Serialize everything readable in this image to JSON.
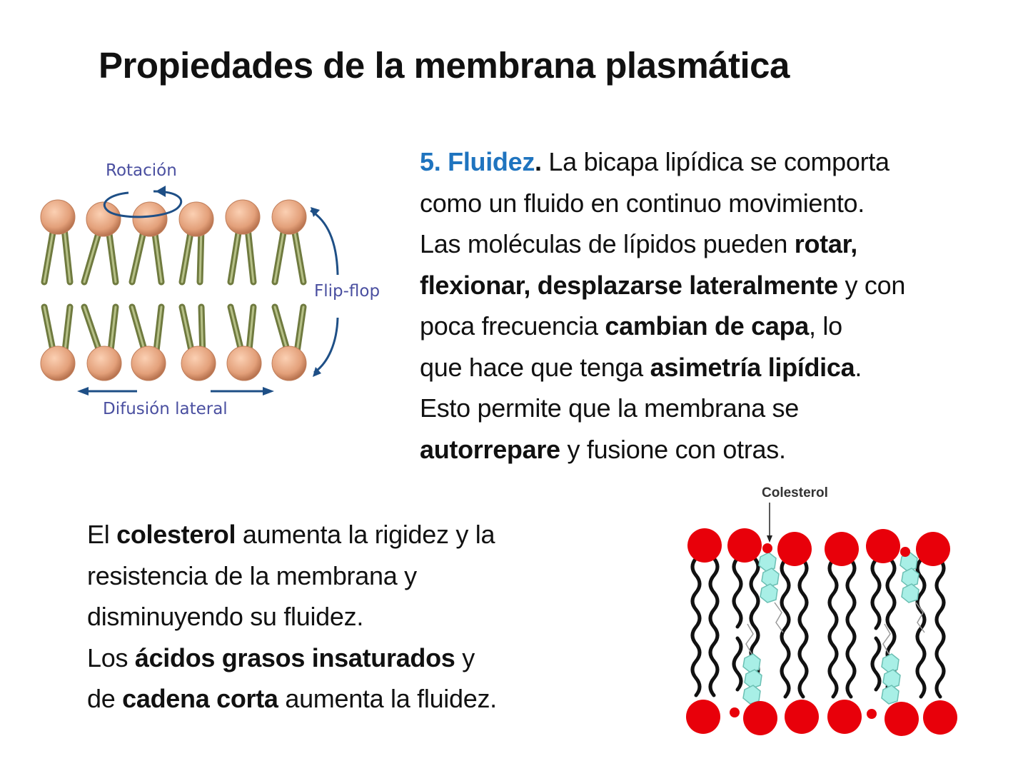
{
  "slide": {
    "title": "Propiedades de la membrana plasmática",
    "accent_color": "#1f74bf",
    "fluidity_paragraph": {
      "lines": [
        [
          {
            "t": "5. Fluidez",
            "style": "accent"
          },
          {
            "t": ".",
            "style": "bold"
          },
          {
            "t": " La bicapa lipídica se comporta",
            "style": "normal"
          }
        ],
        [
          {
            "t": "como un fluido en continuo movimiento.",
            "style": "normal"
          }
        ],
        [
          {
            "t": "Las moléculas de lípidos pueden  ",
            "style": "normal"
          },
          {
            "t": "rotar,",
            "style": "bold"
          }
        ],
        [
          {
            "t": "flexionar, desplazarse lateralmente",
            "style": "bold"
          },
          {
            "t": " y con",
            "style": "normal"
          }
        ],
        [
          {
            "t": "poca  frecuencia ",
            "style": "normal"
          },
          {
            "t": "cambian de  capa",
            "style": "bold"
          },
          {
            "t": ", lo",
            "style": "normal"
          }
        ],
        [
          {
            "t": "que hace que tenga ",
            "style": "normal"
          },
          {
            "t": "asimetría lipídica",
            "style": "bold"
          },
          {
            "t": ".",
            "style": "normal"
          }
        ],
        [
          {
            "t": "Esto permite que la membrana se",
            "style": "normal"
          }
        ],
        [
          {
            "t": "autorrepare",
            "style": "bold"
          },
          {
            "t": " y fusione con otras.",
            "style": "normal"
          }
        ]
      ]
    },
    "cholesterol_paragraph": {
      "lines": [
        [
          {
            "t": "El ",
            "style": "normal"
          },
          {
            "t": "colesterol",
            "style": "bold"
          },
          {
            "t": " aumenta la rigidez y la",
            "style": "normal"
          }
        ],
        [
          {
            "t": "resistencia de la membrana y",
            "style": "normal"
          }
        ],
        [
          {
            "t": "disminuyendo su fluidez.",
            "style": "normal"
          }
        ],
        [
          {
            "t": "Los ",
            "style": "normal"
          },
          {
            "t": "ácidos grasos insaturados",
            "style": "bold"
          },
          {
            "t": " y",
            "style": "normal"
          }
        ],
        [
          {
            "t": "de ",
            "style": "normal"
          },
          {
            "t": "cadena corta",
            "style": "bold"
          },
          {
            "t": " aumenta la fluidez.",
            "style": "normal"
          }
        ]
      ]
    },
    "figure_movement": {
      "labels": {
        "rotation": "Rotación",
        "flipflop": "Flip-flop",
        "lateral": "Difusión lateral"
      },
      "head_color": "#e3a07a",
      "tail_color": "#8a9356",
      "arrow_color": "#1e4f86"
    },
    "figure_cholesterol": {
      "label": "Colesterol",
      "head_color": "#e8000a",
      "sterol_color": "#a8efe6"
    }
  }
}
